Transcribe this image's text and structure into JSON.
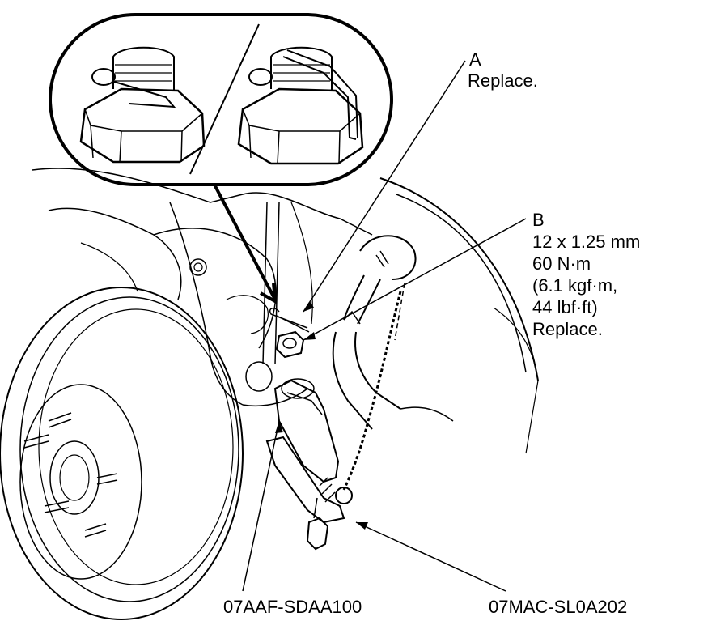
{
  "callout_a": {
    "letter": "A",
    "note": "Replace."
  },
  "callout_b": {
    "letter": "B",
    "size": "12 x 1.25 mm",
    "torque_nm": "60 N·m",
    "torque_kgf": "(6.1 kgf·m,",
    "torque_lbf": "44 lbf·ft)",
    "note": "Replace."
  },
  "tools": {
    "left": "07AAF-SDAA100",
    "right": "07MAC-SL0A202"
  },
  "colors": {
    "line": "#000000",
    "background": "#ffffff"
  }
}
